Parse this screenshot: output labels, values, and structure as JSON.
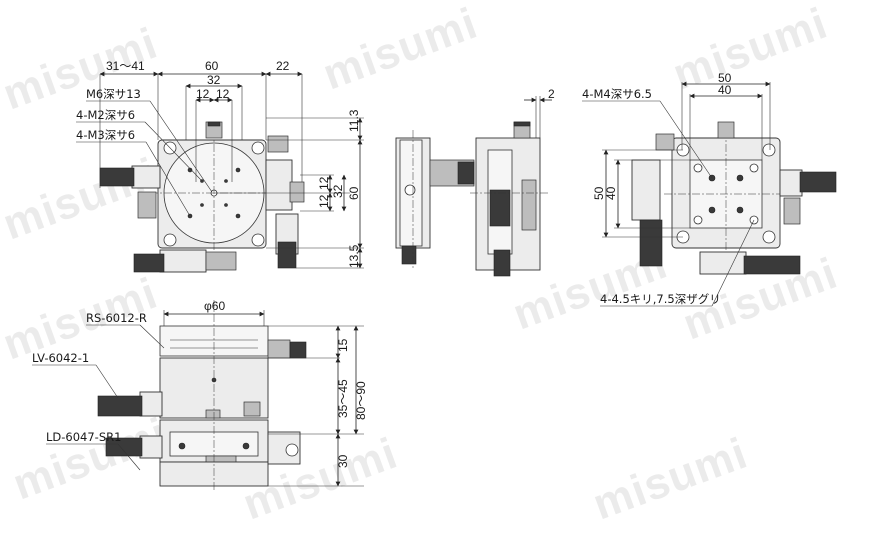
{
  "watermark": "misumi",
  "top_left_view": {
    "dim_top": [
      "31～41",
      "60",
      "32",
      "12",
      "12",
      "22"
    ],
    "dim_right": [
      "11.3",
      "12",
      "12",
      "32",
      "60",
      "13.5"
    ],
    "callouts": [
      "M6深サ13",
      "4-M2深サ6",
      "4-M3深サ6"
    ]
  },
  "top_middle_view": {
    "dim_top": "2"
  },
  "top_right_view": {
    "dim_top": [
      "50",
      "40"
    ],
    "dim_left": [
      "50",
      "40"
    ],
    "callouts": [
      "4-M4深サ6.5",
      "4-4.5キリ,7.5深ザグリ"
    ]
  },
  "bottom_view": {
    "dim_top": "φ60",
    "dim_right": [
      "15",
      "35～45",
      "80～90",
      "30"
    ],
    "callouts": [
      "RS-6012-R",
      "LV-6042-1",
      "LD-6047-SR1"
    ]
  }
}
